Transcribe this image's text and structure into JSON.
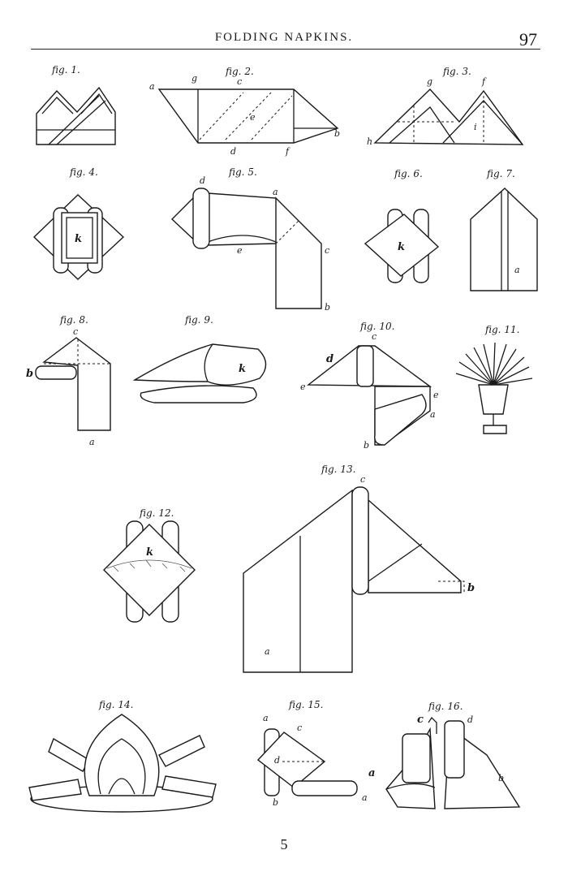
{
  "header": {
    "title": "FOLDING NAPKINS.",
    "page_number": "97"
  },
  "figures": {
    "f1": {
      "label": "fig. 1."
    },
    "f2": {
      "label": "fig. 2.",
      "letters": [
        "a",
        "g",
        "c",
        "e",
        "b",
        "d",
        "f"
      ]
    },
    "f3": {
      "label": "fig. 3.",
      "letters": [
        "g",
        "f",
        "i",
        "h"
      ]
    },
    "f4": {
      "label": "fig. 4.",
      "letters": [
        "k"
      ]
    },
    "f5": {
      "label": "fig. 5.",
      "letters": [
        "d",
        "a",
        "c",
        "e",
        "b"
      ]
    },
    "f6": {
      "label": "fig. 6.",
      "letters": [
        "k"
      ]
    },
    "f7": {
      "label": "fig. 7.",
      "letters": [
        "a"
      ]
    },
    "f8": {
      "label": "fig. 8.",
      "letters": [
        "c",
        "b",
        "a"
      ]
    },
    "f9": {
      "label": "fig. 9.",
      "letters": [
        "k"
      ]
    },
    "f10": {
      "label": "fig. 10.",
      "letters": [
        "c",
        "d",
        "e",
        "e",
        "a",
        "b"
      ]
    },
    "f11": {
      "label": "fig. 11."
    },
    "f12": {
      "label": "fig. 12.",
      "letters": [
        "k"
      ]
    },
    "f13": {
      "label": "fig. 13.",
      "letters": [
        "c",
        "b",
        "a"
      ]
    },
    "f14": {
      "label": "fig. 14."
    },
    "f15": {
      "label": "fig. 15.",
      "letters": [
        "a",
        "c",
        "d",
        "a",
        "a",
        "b"
      ]
    },
    "f16": {
      "label": "fig. 16.",
      "letters": [
        "c",
        "d",
        "b"
      ]
    }
  },
  "footer": {
    "signature": "5"
  }
}
